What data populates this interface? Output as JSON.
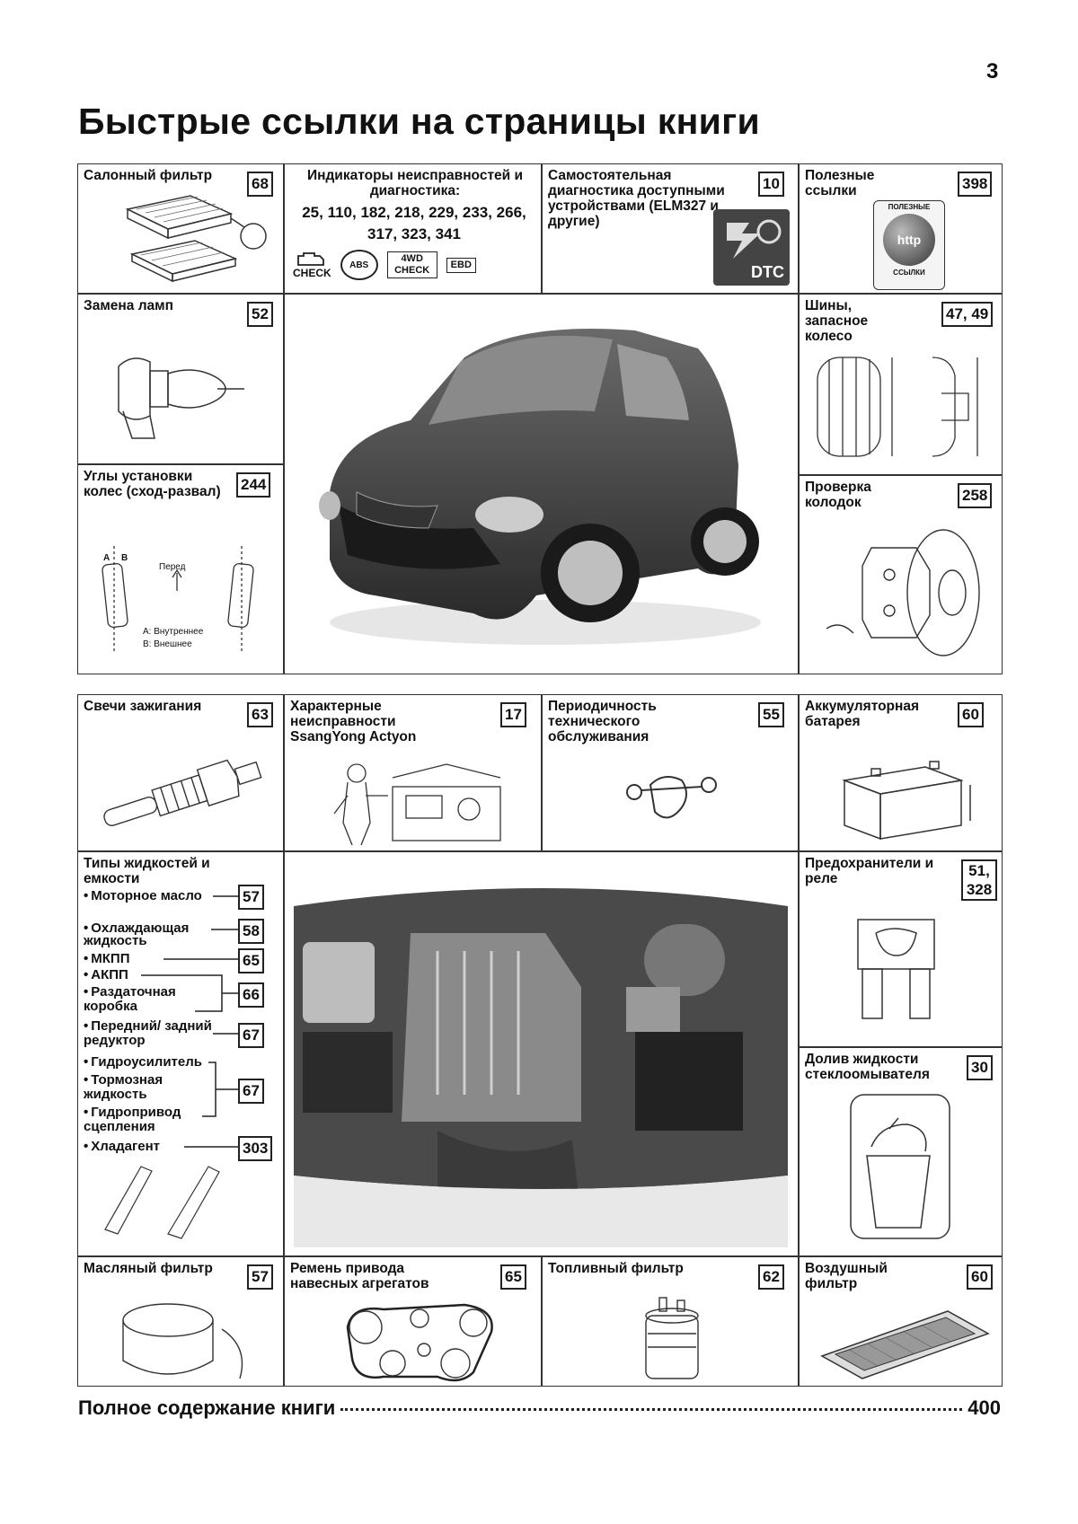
{
  "page_number": "3",
  "title": "Быстрые ссылки на страницы книги",
  "top": {
    "cabin_filter": {
      "label": "Салонный фильтр",
      "page": "68"
    },
    "indicators": {
      "label": "Индикаторы неисправностей и диагностика:",
      "pages": "25, 110, 182, 218, 229, 233, 266, 317, 323, 341",
      "icons": {
        "check": "CHECK",
        "abs": "ABS",
        "fourwd": "4WD CHECK",
        "ebd": "EBD"
      }
    },
    "self_diag": {
      "label": "Самостоятельная диагностика доступными устройствами (ELM327 и другие)",
      "page": "10",
      "badge": "DTC"
    },
    "useful_links": {
      "label": "Полезные ссылки",
      "page": "398",
      "badge_top": "ПОЛЕЗНЫЕ",
      "badge_mid": "http",
      "badge_bot": "ССЫЛКИ"
    },
    "lamps": {
      "label": "Замена ламп",
      "page": "52"
    },
    "tires": {
      "label": "Шины, запасное колесо",
      "page": "47, 49"
    },
    "alignment": {
      "label": "Углы установки колес (сход-развал)",
      "page": "244",
      "legend_front": "Перед",
      "legend_a": "А: Внутреннее",
      "legend_b": "В: Внешнее",
      "a": "A",
      "b": "B"
    },
    "brake_pads": {
      "label": "Проверка колодок",
      "page": "258"
    }
  },
  "bottom": {
    "spark_plugs": {
      "label": "Свечи зажигания",
      "page": "63"
    },
    "faults": {
      "label": "Характерные неисправности SsangYong Actyon",
      "page": "17"
    },
    "maintenance": {
      "label": "Периодичность технического обслуживания",
      "page": "55"
    },
    "battery": {
      "label": "Аккумуляторная батарея",
      "page": "60"
    },
    "fluids": {
      "label": "Типы жидкостей и емкости",
      "items": {
        "engine_oil": "Моторное масло",
        "coolant": "Охлаждающая жидкость",
        "mt": "МКПП",
        "at": "АКПП",
        "transfer": "Раздаточная коробка",
        "axle": "Передний/ задний редуктор",
        "power_steering": "Гидроусилитель",
        "brake_fluid": "Тормозная жидкость",
        "clutch": "Гидропривод сцепления",
        "refrigerant": "Хладагент"
      },
      "pages": {
        "engine_oil": "57",
        "coolant": "58",
        "mt": "65",
        "at_transfer": "66",
        "axle": "67",
        "ps_brake_clutch": "67",
        "refrigerant": "303"
      }
    },
    "fuses": {
      "label": "Предохранители и реле",
      "page": "51, 328"
    },
    "washer": {
      "label": "Долив жидкости стеклоомывателя",
      "page": "30"
    },
    "oil_filter": {
      "label": "Масляный фильтр",
      "page": "57"
    },
    "belt": {
      "label": "Ремень привода навесных агрегатов",
      "page": "65"
    },
    "fuel_filter": {
      "label": "Топливный фильтр",
      "page": "62"
    },
    "air_filter": {
      "label": "Воздушный фильтр",
      "page": "60"
    }
  },
  "footer": {
    "label": "Полное содержание книги",
    "page": "400"
  }
}
